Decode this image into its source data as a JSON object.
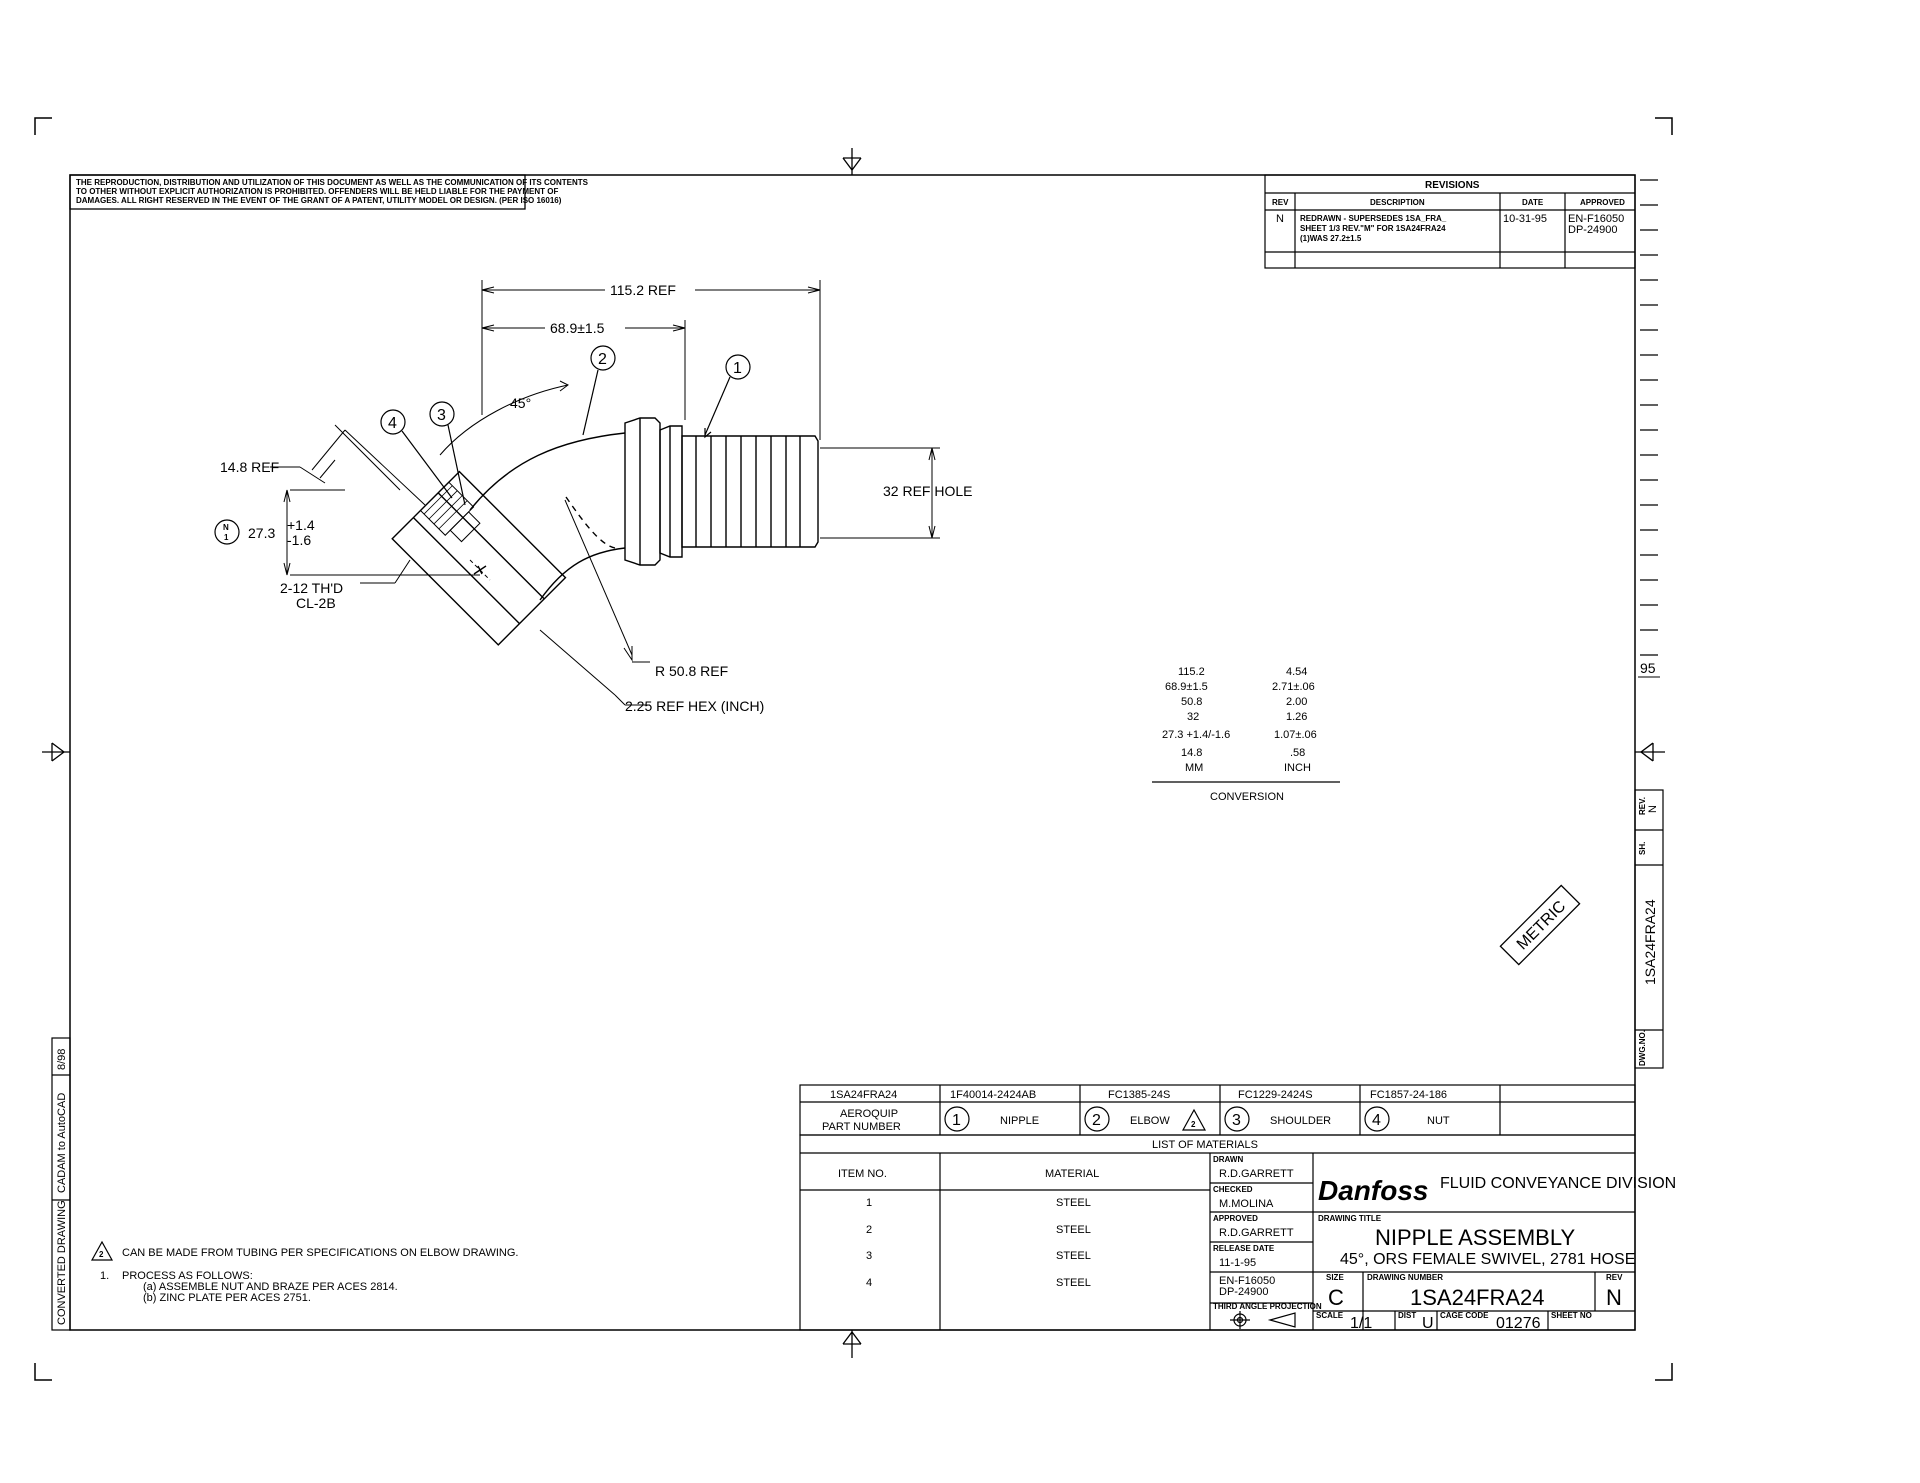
{
  "copyright_notice": [
    "THE REPRODUCTION, DISTRIBUTION AND UTILIZATION OF THIS DOCUMENT AS WELL AS THE COMMUNICATION OF ITS CONTENTS",
    "TO OTHER WITHOUT EXPLICIT AUTHORIZATION IS PROHIBITED. OFFENDERS WILL BE HELD LIABLE FOR THE PAYMENT OF",
    "DAMAGES. ALL RIGHT RESERVED IN THE EVENT OF THE GRANT OF A PATENT, UTILITY MODEL OR DESIGN. (PER ISO 16016)"
  ],
  "revisions": {
    "title": "REVISIONS",
    "headers": [
      "REV",
      "DESCRIPTION",
      "DATE",
      "APPROVED"
    ],
    "rows": [
      {
        "rev": "N",
        "description": [
          "REDRAWN - SUPERSEDES 1SA_FRA_",
          "SHEET 1/3 REV.\"M\" FOR 1SA24FRA24",
          "(1)WAS 27.2±1.5"
        ],
        "date": "10-31-95",
        "approved": [
          "EN-F16050",
          "DP-24900"
        ]
      }
    ]
  },
  "dimensions": {
    "overall": "115.2 REF",
    "partial": "68.9±1.5",
    "angle": "45°",
    "nut_width": "14.8 REF",
    "height_main": "27.3",
    "height_tol_plus": "+1.4",
    "height_tol_minus": "-1.6",
    "note_flag_top": "N",
    "note_flag_bottom": "1",
    "thread_line1": "2-12 TH'D",
    "thread_line2": "CL-2B",
    "radius": "R 50.8 REF",
    "hex": "2.25 REF HEX (INCH)",
    "hole": "32 REF HOLE",
    "balloons": [
      "1",
      "2",
      "3",
      "4"
    ]
  },
  "conversion": {
    "title": "CONVERSION",
    "rows": [
      [
        "115.2",
        "4.54"
      ],
      [
        "68.9±1.5",
        "2.71±.06"
      ],
      [
        "50.8",
        "2.00"
      ],
      [
        "32",
        "1.26"
      ],
      [
        "27.3 +1.4/-1.6",
        "1.07±.06"
      ],
      [
        "14.8",
        ".58"
      ],
      [
        "MM",
        "INCH"
      ]
    ]
  },
  "metric_stamp": "METRIC",
  "side_block": {
    "page_mark": "95",
    "rev_label": "REV.",
    "rev_value": "N",
    "sheet_label": "SH.",
    "dwg_label": "DWG.NO.",
    "dwg_value": "1SA24FRA24"
  },
  "left_strip": {
    "text1": "CONVERTED DRAWING",
    "text2": "CADAM to AutoCAD",
    "text3": "8/98"
  },
  "notes": {
    "note2_flag": "2",
    "note2": "CAN BE MADE FROM TUBING PER SPECIFICATIONS ON ELBOW DRAWING.",
    "note1_num": "1.",
    "note1": "PROCESS AS FOLLOWS:",
    "note1a": "(a) ASSEMBLE NUT AND BRAZE PER ACES 2814.",
    "note1b": "(b) ZINC PLATE PER ACES 2751."
  },
  "parts_row": {
    "part_numbers": [
      "1SA24FRA24",
      "1F40014-2424AB",
      "FC1385-24S",
      "FC1229-2424S",
      "FC1857-24-186"
    ],
    "label_line1": "AEROQUIP",
    "label_line2": "PART NUMBER",
    "items": [
      {
        "num": "1",
        "name": "NIPPLE"
      },
      {
        "num": "2",
        "name": "ELBOW",
        "flag": "2"
      },
      {
        "num": "3",
        "name": "SHOULDER"
      },
      {
        "num": "4",
        "name": "NUT"
      }
    ]
  },
  "materials": {
    "title": "LIST OF MATERIALS",
    "headers": [
      "ITEM NO.",
      "MATERIAL"
    ],
    "rows": [
      [
        "1",
        "STEEL"
      ],
      [
        "2",
        "STEEL"
      ],
      [
        "3",
        "STEEL"
      ],
      [
        "4",
        "STEEL"
      ]
    ]
  },
  "title_block": {
    "drawn_label": "DRAWN",
    "drawn_value": "R.D.GARRETT",
    "checked_label": "CHECKED",
    "checked_value": "M.MOLINA",
    "approved_label": "APPROVED",
    "approved_value": "R.D.GARRETT",
    "release_label": "RELEASE DATE",
    "release_value": "11-1-95",
    "eco_line1": "EN-F16050",
    "eco_line2": "DP-24900",
    "projection_label": "THIRD ANGLE PROJECTION",
    "company_logo": "Danfoss",
    "division": "FLUID CONVEYANCE DIVISION",
    "title_label": "DRAWING TITLE",
    "title_line1": "NIPPLE ASSEMBLY",
    "title_line2": "45°, ORS FEMALE SWIVEL, 2781 HOSE",
    "size_label": "SIZE",
    "size_value": "C",
    "dwgno_label": "DRAWING NUMBER",
    "dwgno_value": "1SA24FRA24",
    "rev_label": "REV",
    "rev_value": "N",
    "scale_label": "SCALE",
    "scale_value": "1/1",
    "dist_label": "DIST",
    "dist_value": "U",
    "cage_label": "CAGE CODE",
    "cage_value": "01276",
    "sheet_label": "SHEET NO"
  }
}
